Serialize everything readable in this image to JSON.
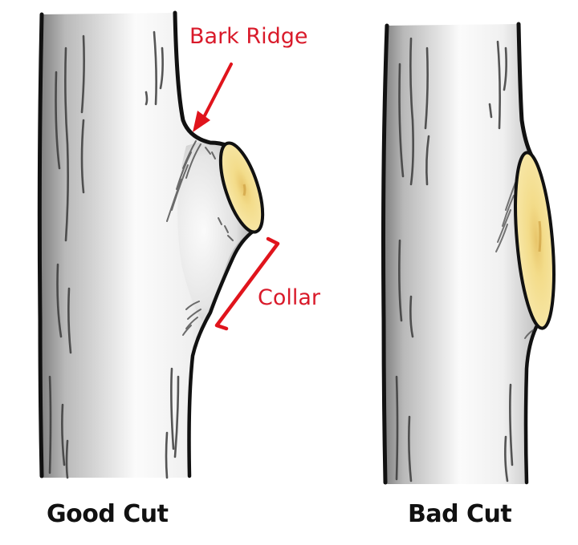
{
  "diagram": {
    "left_panel": {
      "caption": "Good Cut",
      "annotations": {
        "bark_ridge": "Bark Ridge",
        "collar": "Collar"
      }
    },
    "right_panel": {
      "caption": "Bad Cut"
    },
    "colors": {
      "annotation_red": "#d91a2a",
      "outline": "#111111",
      "bark_light": "#f4f4f4",
      "bark_shadow": "#8c8c8c",
      "cut_wood": "#f3dc8a",
      "cut_wood_center": "#d9b050",
      "caption_text": "#111111"
    },
    "icons": {
      "bark_ridge_pointer": "arrow-down-left-icon",
      "collar_span": "bracket-icon"
    }
  }
}
